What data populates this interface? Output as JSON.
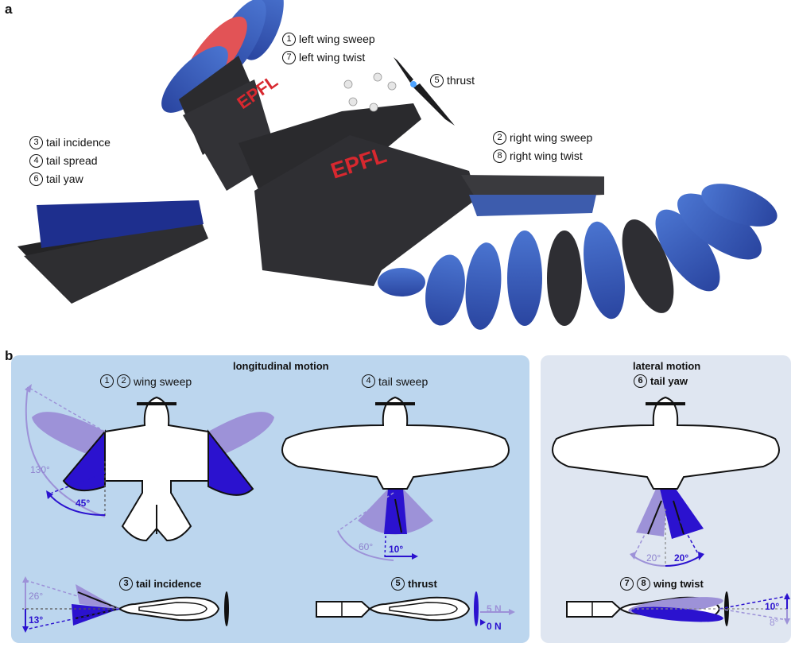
{
  "panel_a": {
    "letter": "a"
  },
  "panel_b": {
    "letter": "b"
  },
  "callouts": {
    "left_wing": [
      {
        "num": "1",
        "text": "left wing sweep"
      },
      {
        "num": "7",
        "text": "left wing twist"
      }
    ],
    "thrust": [
      {
        "num": "5",
        "text": "thrust"
      }
    ],
    "tail": [
      {
        "num": "3",
        "text": "tail incidence"
      },
      {
        "num": "4",
        "text": "tail spread"
      },
      {
        "num": "6",
        "text": "tail yaw"
      }
    ],
    "right_wing": [
      {
        "num": "2",
        "text": "right wing sweep"
      },
      {
        "num": "8",
        "text": "right wing twist"
      }
    ]
  },
  "photo": {
    "logo_text": "EPFL"
  },
  "longitudinal": {
    "title": "longitudinal motion",
    "wing_sweep": {
      "nums": [
        "1",
        "2"
      ],
      "label": "wing sweep",
      "angle_max": "130°",
      "angle_min": "45°"
    },
    "tail_sweep": {
      "nums": [
        "4"
      ],
      "label": "tail sweep",
      "angle_max": "60°",
      "angle_min": "10°"
    },
    "tail_incidence": {
      "nums": [
        "3"
      ],
      "label": "tail incidence",
      "angle_max": "26°",
      "angle_min": "13°"
    },
    "thrust": {
      "nums": [
        "5"
      ],
      "label": "thrust",
      "force_max": "5 N",
      "force_min": "0 N"
    }
  },
  "lateral": {
    "title": "lateral motion",
    "tail_yaw": {
      "nums": [
        "6"
      ],
      "label": "tail yaw",
      "angle_left": "20°",
      "angle_right": "20°"
    },
    "wing_twist": {
      "nums": [
        "7",
        "8"
      ],
      "label": "wing twist",
      "angle_up": "10°",
      "angle_down": "8°"
    }
  },
  "colors": {
    "deep_blue": "#2b12cf",
    "light_purple": "#9d92d8",
    "panel_blue": "#bcd6ee",
    "panel_grey": "#dfe6f1",
    "foam": "#2b2b2e",
    "feather_blue": "#3659b8",
    "logo_red": "#d8282f"
  }
}
